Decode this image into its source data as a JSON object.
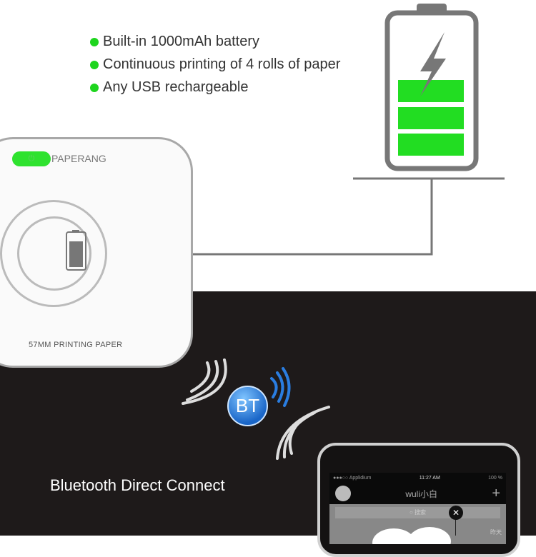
{
  "features": {
    "bullets": [
      "Built-in 1000mAh battery",
      "Continuous printing of 4 rolls of paper",
      "Any USB rechargeable"
    ],
    "accent": "#1ed51e"
  },
  "printer": {
    "brand": "PAPERANG",
    "paper_label": "57MM PRINTING PAPER",
    "power_icon": "power-icon"
  },
  "bluetooth": {
    "badge": "BT",
    "caption": "Bluetooth Direct Connect",
    "accent": "#1a66c8"
  },
  "phone": {
    "carrier": "●●●○○ Applidium",
    "time": "11:27 AM",
    "battery": "100 %",
    "title": "wuli小白",
    "plus": "+",
    "search": "○ 搜索",
    "close": "✕",
    "day": "昨天"
  }
}
